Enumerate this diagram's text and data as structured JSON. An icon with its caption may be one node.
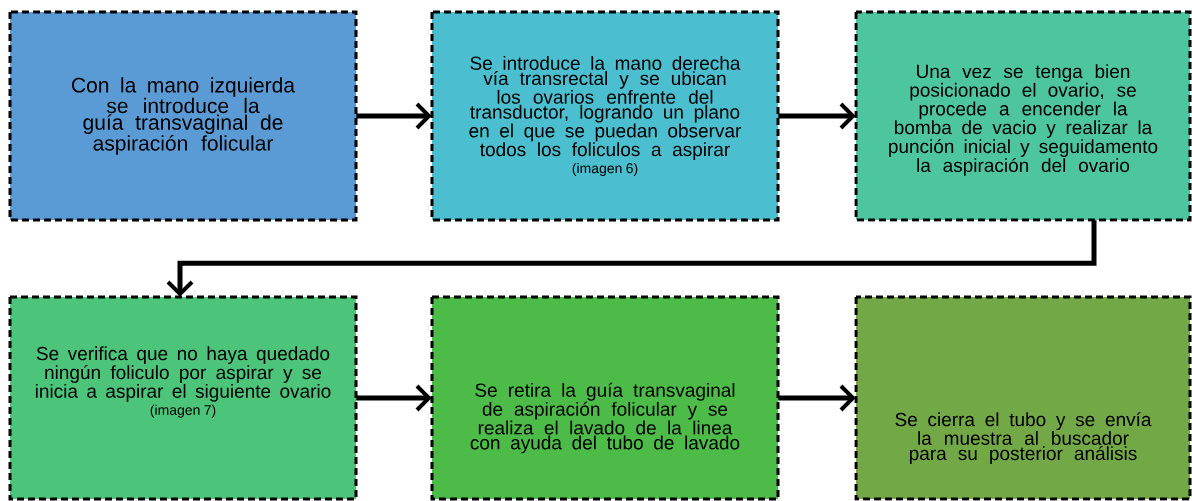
{
  "diagram": {
    "nodes": [
      {
        "text": [
          "Con la mano izquierda se introduce la guía transvaginal de aspiración folicular"
        ]
      },
      {
        "text": [
          "Se introduce la mano derecha vía transrectal y se ubican los ovarios enfrente del transductor, logrando un plano en el que se puedan observar todos los foliculos a aspirar",
          "(imagen 6)"
        ]
      },
      {
        "text": [
          "Una vez se tenga bien posicionado el ovario, se procede a encender la bomba de vacio y realizar la punción inicial y seguidamento la aspiración del ovario"
        ]
      },
      {
        "text": [
          "Se verifica que no haya quedado ningún foliculo por aspirar y se inicia a aspirar el siguiente ovario",
          "(imagen 7)"
        ]
      },
      {
        "text": [
          "Se  retira la guía transvaginal de aspiración folicular y se realiza el lavado de la linea con ayuda del tubo de lavado"
        ]
      },
      {
        "text": [
          "Se cierra el tubo y se envía la muestra al buscador para su posterior análisis"
        ]
      }
    ],
    "edges": [
      {
        "from": 0,
        "to": 1,
        "arrow": "to"
      },
      {
        "from": 1,
        "to": 2,
        "arrow": "to"
      },
      {
        "from": 2,
        "to": 3,
        "arrow": "to"
      },
      {
        "from": 3,
        "to": 4,
        "arrow": "to"
      },
      {
        "from": 4,
        "to": 5,
        "arrow": "to"
      }
    ]
  }
}
